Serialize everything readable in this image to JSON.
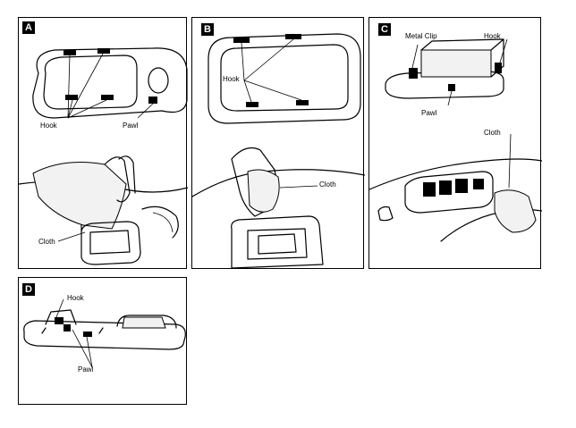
{
  "panels": {
    "a": {
      "badge": "A",
      "labels": {
        "hook": "Hook",
        "pawl": "Pawl",
        "cloth": "Cloth"
      }
    },
    "b": {
      "badge": "B",
      "labels": {
        "hook": "Hook",
        "cloth": "Cloth"
      }
    },
    "c": {
      "badge": "C",
      "labels": {
        "metal_clip": "Metal Clip",
        "hook": "Hook",
        "pawl": "Pawl",
        "cloth": "Cloth"
      }
    },
    "d": {
      "badge": "D",
      "labels": {
        "hook": "Hook",
        "pawl": "Pawl"
      }
    }
  }
}
